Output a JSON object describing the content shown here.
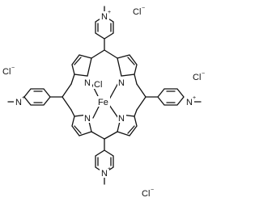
{
  "labels": {
    "N": "N",
    "plus": "+",
    "iron": "Fe",
    "axial": "Cl",
    "counterion": "Cl",
    "minus": "−"
  }
}
